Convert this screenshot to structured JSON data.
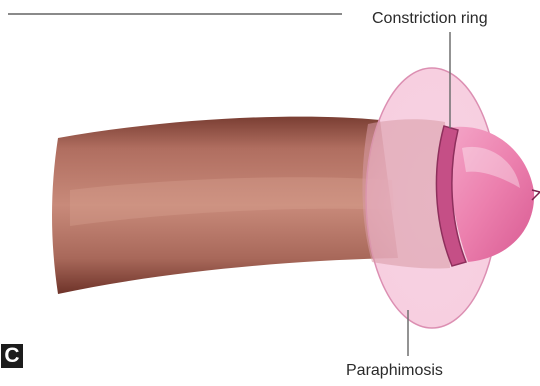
{
  "figure": {
    "panel_letter": "C",
    "labels": {
      "constriction_ring": "Constriction ring",
      "paraphimosis": "Paraphimosis"
    }
  }
}
